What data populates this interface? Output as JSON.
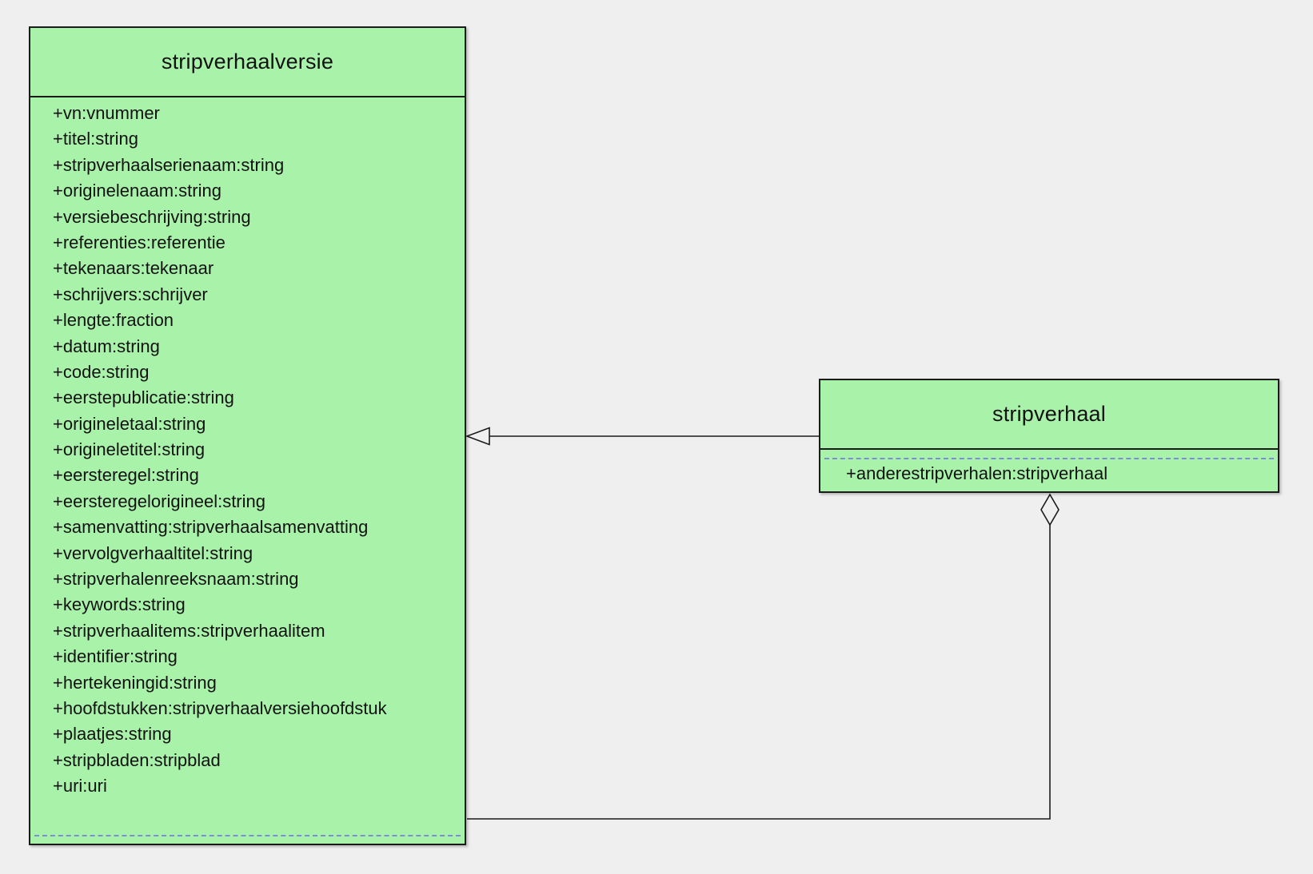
{
  "diagram": {
    "background_color": "#efefef",
    "class_fill_color": "#a9f2a9",
    "border_color": "#1b1b1b",
    "compartment_divider_color": "#7b8ed6"
  },
  "classes": [
    {
      "name": "stripverhaalversie",
      "attributes": [
        "+vn:vnummer",
        "+titel:string",
        "+stripverhaalserienaam:string",
        "+originelenaam:string",
        "+versiebeschrijving:string",
        "+referenties:referentie",
        "+tekenaars:tekenaar",
        "+schrijvers:schrijver",
        "+lengte:fraction",
        "+datum:string",
        "+code:string",
        "+eerstepublicatie:string",
        "+origineletaal:string",
        "+origineletitel:string",
        "+eersteregel:string",
        "+eersteregelorigineel:string",
        "+samenvatting:stripverhaalsamenvatting",
        "+vervolgverhaaltitel:string",
        "+stripverhalenreeksnaam:string",
        "+keywords:string",
        "+stripverhaalitems:stripverhaalitem",
        "+identifier:string",
        "+hertekeningid:string",
        "+hoofdstukken:stripverhaalversiehoofdstuk",
        "+plaatjes:string",
        "+stripbladen:stripblad",
        "+uri:uri"
      ]
    },
    {
      "name": "stripverhaal",
      "attributes": [
        "+anderestripverhalen:stripverhaal"
      ]
    }
  ],
  "relationships": [
    {
      "type": "generalization",
      "from": "stripverhaal",
      "to": "stripverhaalversie"
    },
    {
      "type": "aggregation",
      "from": "stripverhaal",
      "to": "stripverhaalversie"
    }
  ]
}
